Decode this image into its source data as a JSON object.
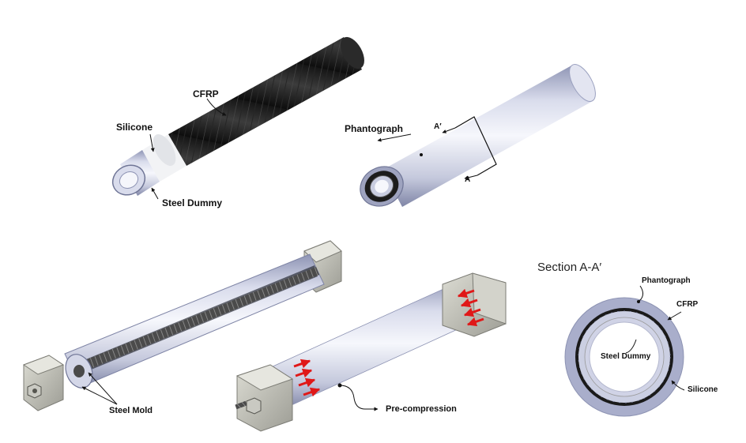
{
  "panel_top_left": {
    "cfrp": "CFRP",
    "silicone": "Silicone",
    "steel_dummy": "Steel Dummy"
  },
  "panel_top_right": {
    "phantograph": "Phantograph",
    "a_prime": "A′",
    "a": "A"
  },
  "panel_bottom_left": {
    "steel_mold": "Steel Mold"
  },
  "panel_bottom_middle": {
    "pre_compression": "Pre-compression"
  },
  "section": {
    "title": "Section A-A′",
    "phantograph": "Phantograph",
    "cfrp": "CFRP",
    "steel_dummy": "Steel Dummy",
    "silicone": "Silicone"
  },
  "colors": {
    "tube_light": "#f4f6fb",
    "tube_mid": "#cdd1e4",
    "tube_dark": "#8d93b3",
    "cfrp_dark": "#1e1e1e",
    "block_gray": "#b9b8b0",
    "arrow_red": "#e01818"
  }
}
